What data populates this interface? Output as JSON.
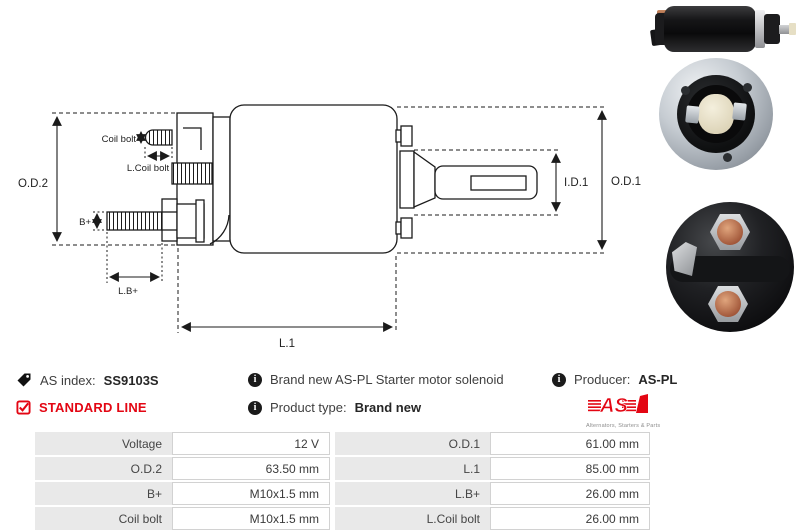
{
  "diagram": {
    "labels": {
      "od2": "O.D.2",
      "coil_bolt": "Coil bolt",
      "l_coil_bolt": "L.Coil bolt",
      "b_plus": "B+",
      "l_b_plus": "L.B+",
      "l1": "L.1",
      "id1": "I.D.1",
      "od1": "O.D.1"
    }
  },
  "info": {
    "as_index_label": "AS index:",
    "as_index_value": "SS9103S",
    "standard_line": "STANDARD LINE",
    "description": "Brand new AS-PL Starter motor solenoid",
    "product_type_label": "Product type:",
    "product_type_value": "Brand new",
    "producer_label": "Producer:",
    "producer_value": "AS-PL",
    "info_glyph": "i"
  },
  "logo": {
    "text": "AS",
    "subtext": "Alternators, Starters & Parts"
  },
  "colors": {
    "accent_red": "#e30613",
    "table_label_bg": "#e9e9e9",
    "table_border": "#d2d2d2",
    "line_color": "#1b1b1b"
  },
  "table": {
    "rows": [
      [
        "Voltage",
        "12 V",
        "O.D.1",
        "61.00 mm"
      ],
      [
        "O.D.2",
        "63.50 mm",
        "L.1",
        "85.00 mm"
      ],
      [
        "B+",
        "M10x1.5 mm",
        "L.B+",
        "26.00 mm"
      ],
      [
        "Coil bolt",
        "M10x1.5 mm",
        "L.Coil bolt",
        "26.00 mm"
      ]
    ]
  }
}
